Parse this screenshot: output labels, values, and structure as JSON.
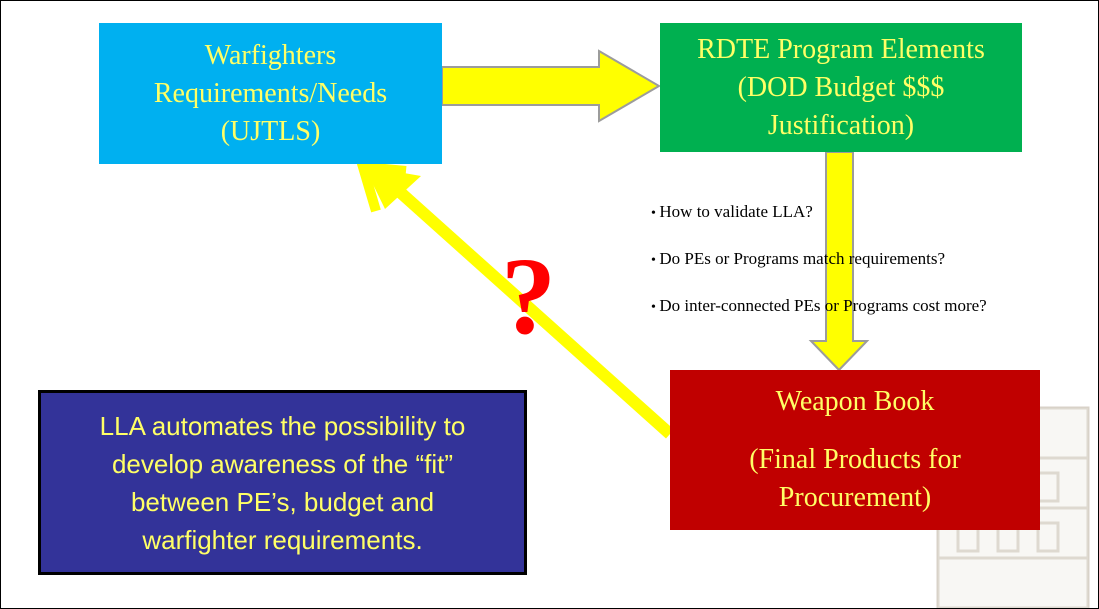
{
  "boxes": {
    "warfighters": {
      "lines": [
        "Warfighters",
        "Requirements/Needs",
        "(UJTLS)"
      ]
    },
    "rdte": {
      "lines": [
        "RDTE Program Elements",
        "(DOD Budget $$$",
        "Justification)"
      ]
    },
    "weapon": {
      "title": "Weapon Book",
      "lines": [
        "(Final Products for",
        "Procurement)"
      ]
    },
    "lla": {
      "lines": [
        "LLA  automates the possibility to",
        "develop awareness of the “fit”",
        "between  PE’s, budget and",
        "warfighter requirements."
      ]
    }
  },
  "questions": [
    "How to validate LLA?",
    "Do PEs or Programs match requirements?",
    "Do inter-connected PEs or Programs cost more?"
  ],
  "question_mark": "?",
  "colors": {
    "warfighters_fill": "#00b0f0",
    "rdte_fill": "#00b050",
    "weapon_fill": "#c00000",
    "lla_fill": "#333399",
    "text_yellow": "#ffff66",
    "arrow_fill": "#ffff00",
    "arrow_outline": "#9c9c9c",
    "question_mark": "#ff0000"
  }
}
